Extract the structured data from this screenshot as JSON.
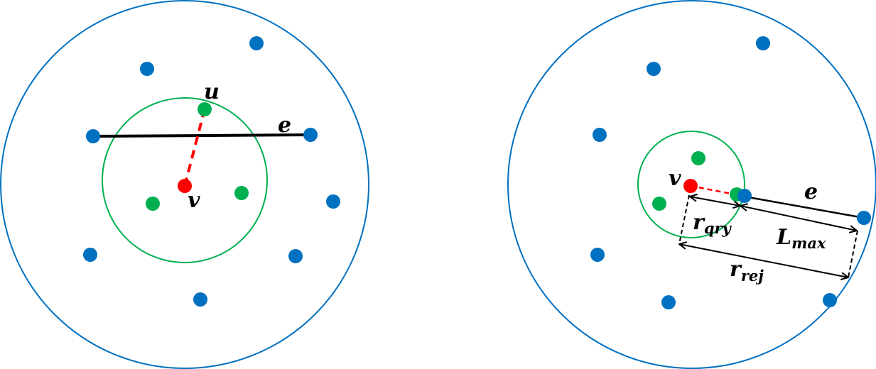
{
  "colors": {
    "outer_circle": "#0070C0",
    "query_circle": "#00B050",
    "blue_point": "#0070C0",
    "green_point": "#00B050",
    "red_point": "#FF0000",
    "edge": "#000000",
    "query_link": "#FF0000"
  },
  "left_panel": {
    "labels": {
      "u": "u",
      "e": "e",
      "v": "v"
    }
  },
  "right_panel": {
    "labels": {
      "v": "v",
      "e": "e",
      "r_qry_base": "r",
      "r_qry_sub": "qry",
      "l_max_base": "L",
      "l_max_sub": "max",
      "r_rej_base": "r",
      "r_rej_sub": "rej"
    }
  }
}
